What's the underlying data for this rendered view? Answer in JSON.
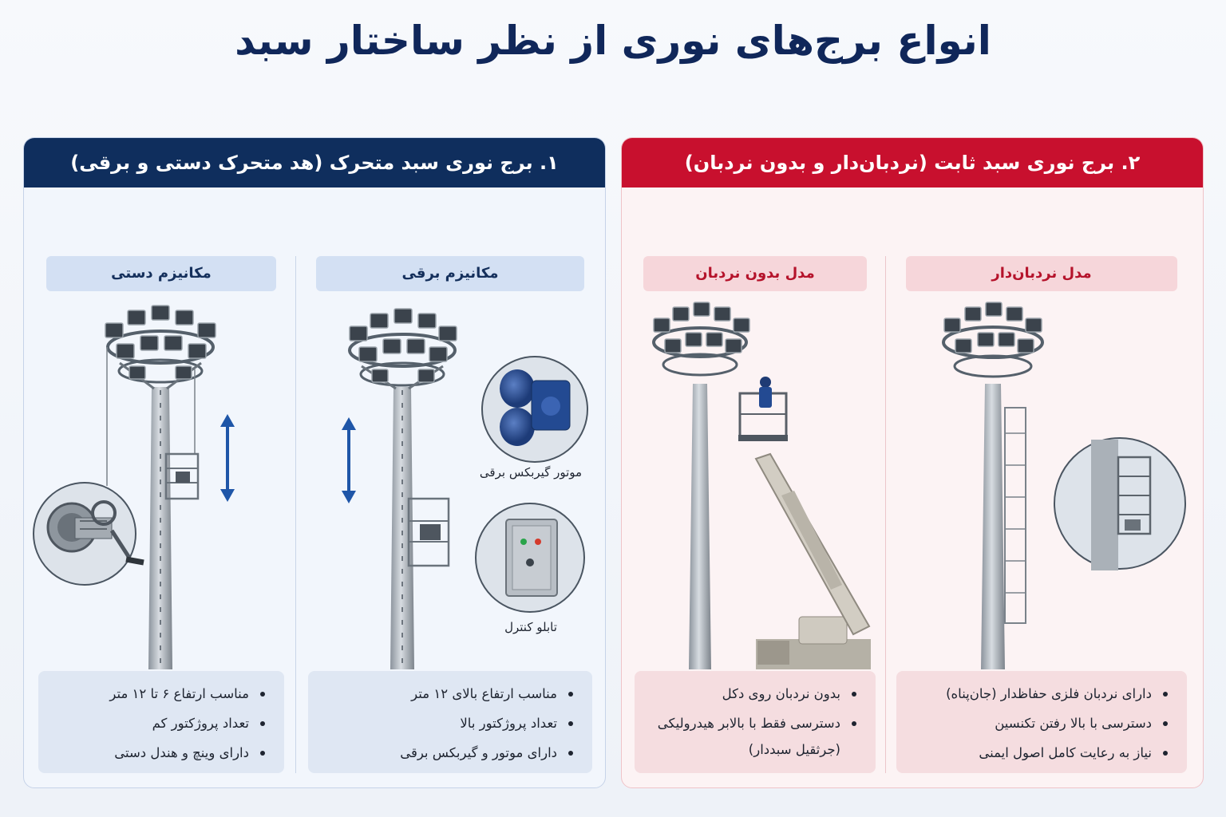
{
  "title": "انواع برج‌های نوری از نظر ساختار سبد",
  "colors": {
    "navy": "#0f2e5d",
    "red": "#c8102e"
  },
  "left_panel": {
    "heading": "۱. برج نوری سبد متحرک (هد متحرک دستی و برقی)",
    "electric": {
      "label": "مکانیزم برقی",
      "bullets": [
        "مناسب ارتفاع بالای ۱۲ متر",
        "تعداد پروژکتور بالا",
        "دارای موتور و گیربکس برقی"
      ],
      "callouts": [
        "موتور گیربکس برقی",
        "تابلو کنترل"
      ]
    },
    "manual": {
      "label": "مکانیزم دستی",
      "bullets": [
        "مناسب ارتفاع ۶ تا ۱۲ متر",
        "تعداد پروژکتور کم",
        "دارای وینچ و هندل دستی"
      ]
    }
  },
  "right_panel": {
    "heading": "۲. برج نوری سبد ثابت (نردبان‌دار و بدون نردبان)",
    "ladder": {
      "label": "مدل نردبان‌دار",
      "bullets": [
        "دارای نردبان فلزی حفاظدار (جان‌پناه)",
        "دسترسی با بالا رفتن تکنسین",
        "نیاز به رعایت کامل اصول ایمنی"
      ]
    },
    "no_ladder": {
      "label": "مدل بدون نردبان",
      "bullets": [
        "بدون نردبان روی دکل",
        "دسترسی فقط با بالابر هیدرولیکی"
      ],
      "bullet_continuation": "(جرثقیل سبددار)"
    }
  }
}
